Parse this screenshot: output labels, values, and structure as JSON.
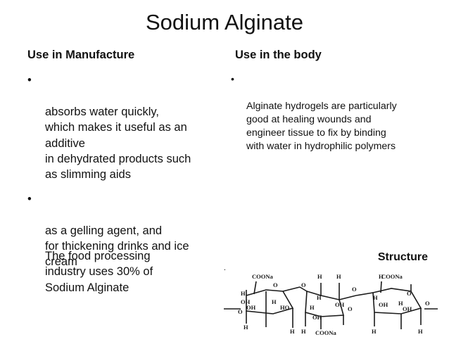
{
  "slide": {
    "title": "Sodium Alginate",
    "left_column": {
      "heading": "Use in Manufacture",
      "bullet_char": "•",
      "bullets": [
        "absorbs water quickly,\nwhich makes it useful as an\nadditive\nin dehydrated products such\nas slimming aids",
        "as a gelling agent, and\nfor thickening drinks and ice\ncream"
      ],
      "note": "The food processing\nindustry uses 30% of\nSodium Alginate"
    },
    "right_column": {
      "heading": "Use in the body",
      "bullet_char": "•",
      "bullets": [
        "Alginate hydrogels are particularly\ngood at healing wounds and\nengineer tissue to fix by binding\nwith water in hydrophilic polymers"
      ],
      "structure_label": "Structure"
    },
    "structure_image": {
      "labels": {
        "coona_1": "COONa",
        "coona_2": "COONa",
        "coona_3": "COONa",
        "h": "H",
        "o": "O",
        "oh": "OH",
        "ho": "HO"
      }
    }
  }
}
